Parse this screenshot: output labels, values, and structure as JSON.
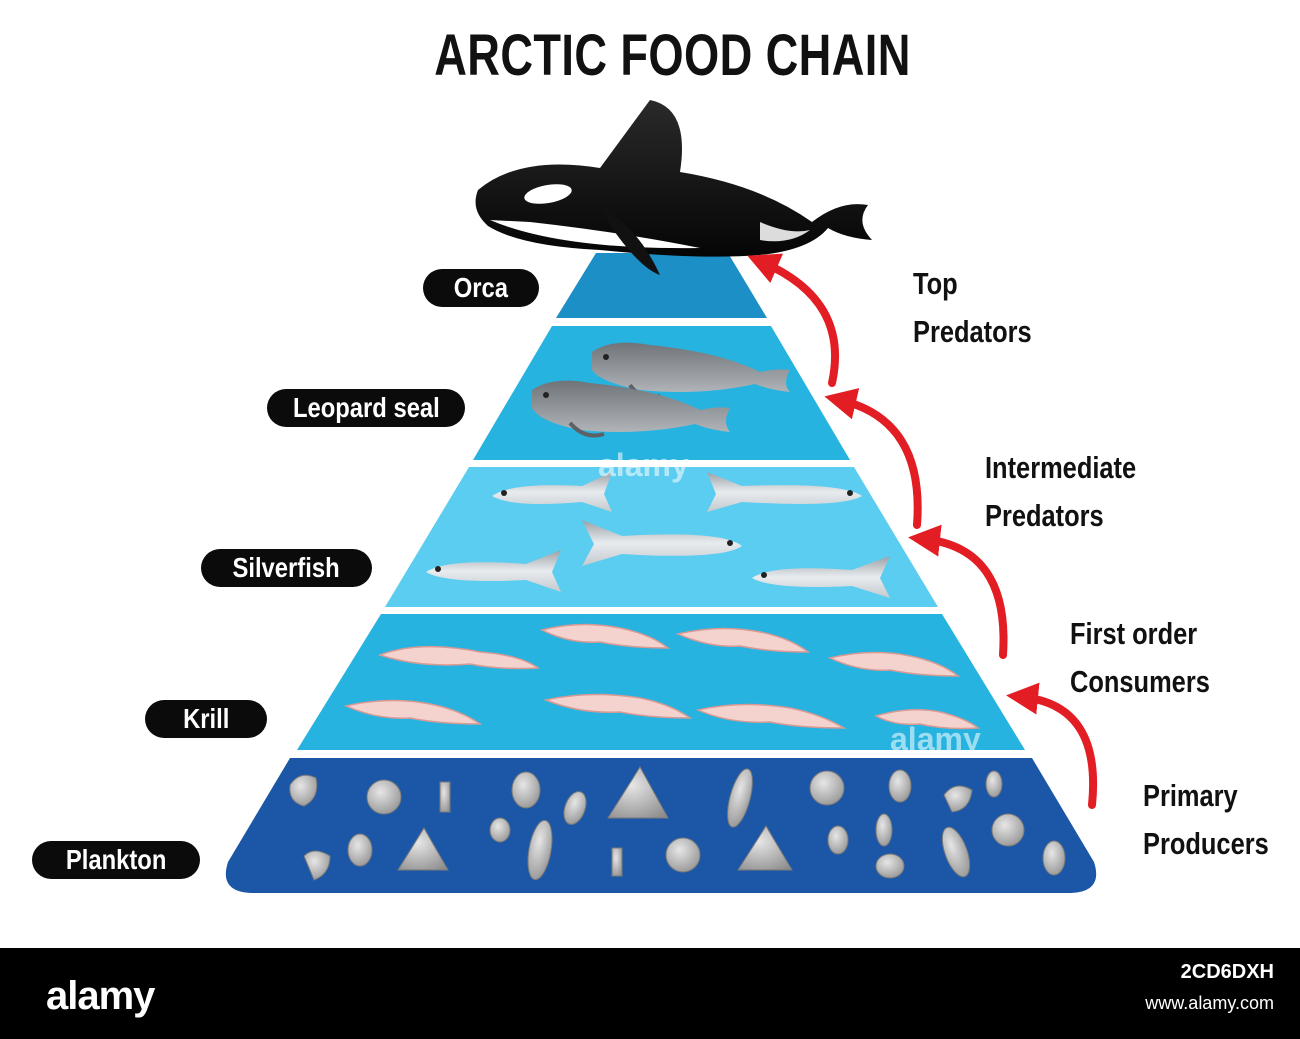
{
  "title": "ARCTIC FOOD CHAIN",
  "levels": [
    {
      "label": "Orca",
      "color": "#1c8fc6"
    },
    {
      "label": "Leopard seal",
      "color": "#27b3df"
    },
    {
      "label": "Silverfish",
      "color": "#5bcdf0"
    },
    {
      "label": "Krill",
      "color": "#27b3df"
    },
    {
      "label": "Plankton",
      "color": "#1b57a6"
    }
  ],
  "roles": {
    "top": [
      "Top",
      "Predators"
    ],
    "intermediate": [
      "Intermediate",
      "Predators"
    ],
    "first_order": [
      "First order",
      "Consumers"
    ],
    "primary": [
      "Primary",
      "Producers"
    ]
  },
  "arrow_color": "#e21e24",
  "watermarks": [
    "alamy",
    "alamy"
  ],
  "footer": {
    "logo": "alamy",
    "image_id": "2CD6DXH",
    "url": "www.alamy.com"
  }
}
